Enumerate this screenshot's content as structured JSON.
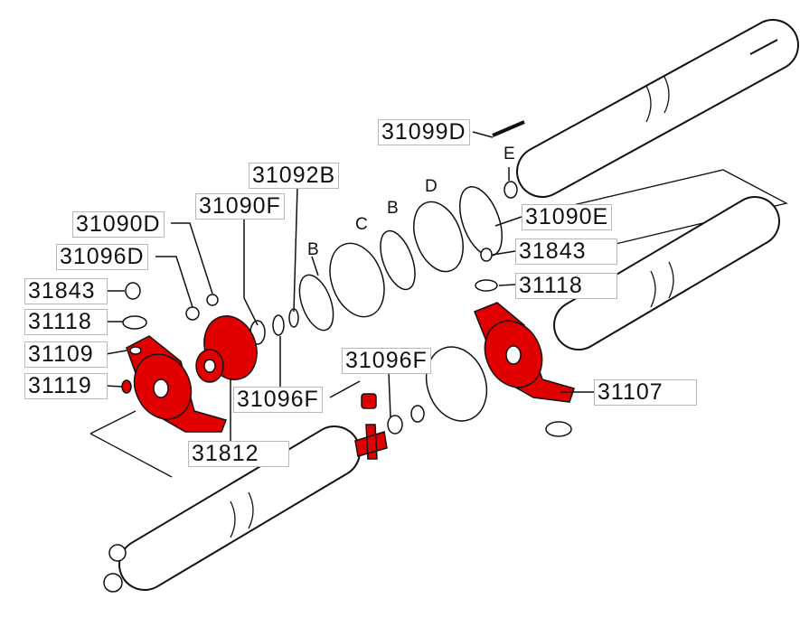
{
  "colors": {
    "highlight": "#e00000",
    "outline": "#111111"
  },
  "labels": {
    "p31099D": "31099D",
    "p31092B": "31092B",
    "p31090F": "31090F",
    "p31090E": "31090E",
    "p31090D": "31090D",
    "p31096D": "31096D",
    "p31843_left": "31843",
    "p31843_right": "31843",
    "p31118_left": "31118",
    "p31118_right": "31118",
    "p31109": "31109",
    "p31119": "31119",
    "p31096F_center": "31096F",
    "p31096F_lower": "31096F",
    "p31107": "31107",
    "p31812": "31812"
  },
  "letters": {
    "E": "E",
    "B_left": "B",
    "C": "C",
    "B_right": "B",
    "D": "D"
  }
}
